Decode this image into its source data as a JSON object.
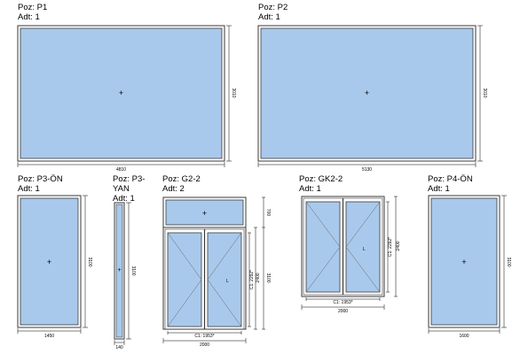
{
  "colors": {
    "glass": "#a9c9ec",
    "frame": "#3a3a3a",
    "background": "#ffffff"
  },
  "windows": [
    {
      "id": "p1",
      "poz": "Poz: P1",
      "adt": "Adt: 1",
      "width_label": "4810",
      "height_label": "3010"
    },
    {
      "id": "p2",
      "poz": "Poz: P2",
      "adt": "Adt: 1",
      "width_label": "5130",
      "height_label": "3010"
    },
    {
      "id": "p3on",
      "poz": "Poz: P3-ÖN",
      "adt": "Adt: 1",
      "width_label": "1450",
      "height_label": "3100"
    },
    {
      "id": "p3yan",
      "poz": "Poz: P3-",
      "poz2": "YAN",
      "adt": "Adt: 1",
      "width_label": "140",
      "height_label": "3100"
    },
    {
      "id": "g22",
      "poz": "Poz: G2-2",
      "adt": "Adt: 2",
      "width_label": "2000",
      "height_label": "3100",
      "transom_label": "700",
      "door_label": "2400",
      "cl_label": "C1: 1953*",
      "cl_v_label": "C1: 2292*"
    },
    {
      "id": "gk22",
      "poz": "Poz: GK2-2",
      "adt": "Adt: 1",
      "width_label": "2000",
      "height_label": "2400",
      "cl_label": "C1: 1953*",
      "cl_v_label": "C1: 2292*"
    },
    {
      "id": "p4on",
      "poz": "Poz: P4-ÖN",
      "adt": "Adt: 1",
      "width_label": "1600",
      "height_label": "3100"
    }
  ],
  "icons": {
    "center_mark": "+",
    "hinge_mark": "L"
  }
}
